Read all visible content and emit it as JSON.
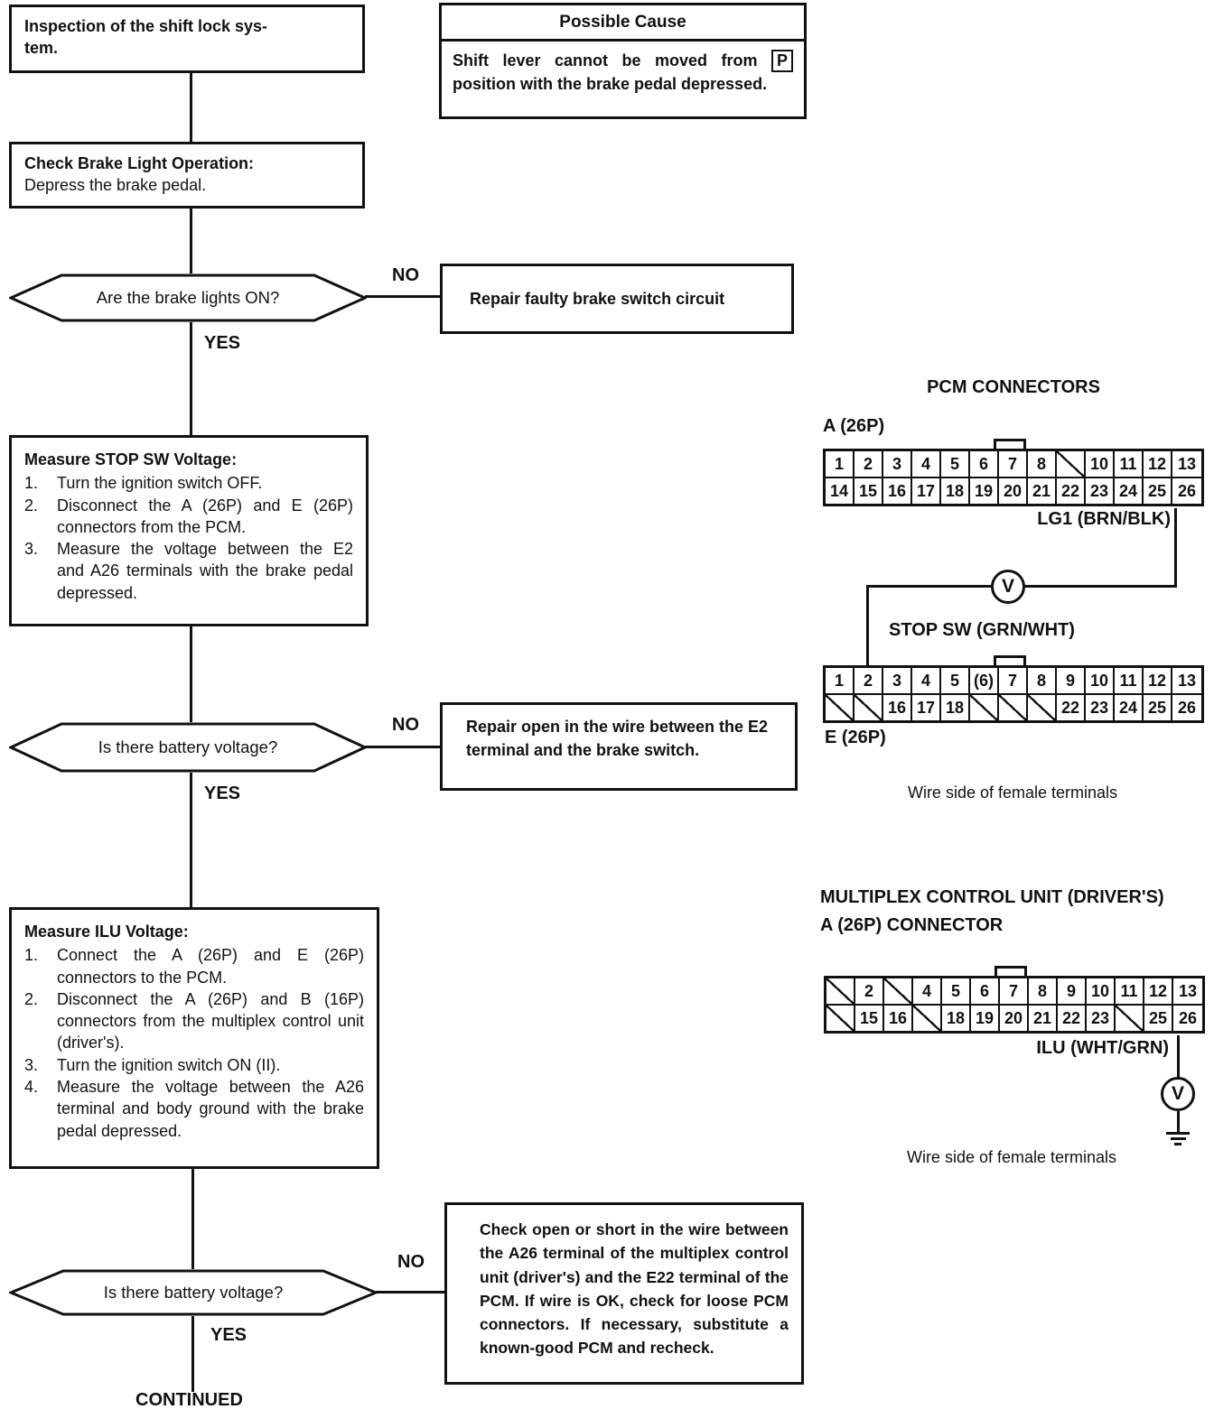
{
  "possible_cause": {
    "title": "Possible Cause",
    "body_before": "Shift lever cannot be moved from",
    "p_symbol": "P",
    "body_after": "position with the brake pedal depressed."
  },
  "flow": {
    "no_label": "NO",
    "yes_label": "YES",
    "start_text": "Inspection of the shift lock sys-\ntem.",
    "check_brake": {
      "title": "Check Brake Light Operation:",
      "body": "Depress the brake pedal."
    },
    "q1": "Are the brake lights ON?",
    "repair_brake_switch": "Repair faulty brake switch circuit",
    "measure_stop": {
      "title": "Measure STOP SW Voltage:",
      "steps": [
        {
          "num": "1.",
          "text": "Turn the ignition switch OFF."
        },
        {
          "num": "2.",
          "text": "Disconnect the A (26P) and E (26P) connectors from the PCM."
        },
        {
          "num": "3.",
          "text": "Measure the voltage between the E2 and A26 terminals with the brake pedal depressed."
        }
      ]
    },
    "q2": "Is there battery voltage?",
    "repair_open_wire": "Repair open in the wire between the E2 terminal and the brake switch.",
    "measure_ilu": {
      "title": "Measure ILU Voltage:",
      "steps": [
        {
          "num": "1.",
          "text": "Connect the A (26P) and E (26P) connectors to the PCM."
        },
        {
          "num": "2.",
          "text": "Disconnect the A (26P) and B (16P) connectors from the multiplex control unit (driver's)."
        },
        {
          "num": "3.",
          "text": "Turn the ignition switch ON (II)."
        },
        {
          "num": "4.",
          "text": "Measure the voltage between the A26 terminal and body ground with the brake pedal depressed."
        }
      ]
    },
    "q3": "Is there battery voltage?",
    "check_open_short": "Check open or short in the wire between the A26 terminal of the multiplex control unit (driver's) and the E22 terminal of the PCM. If wire is OK, check for loose PCM connectors. If necessary, substitute a known-good PCM and recheck.",
    "continued": "CONTINUED"
  },
  "connectors": {
    "section_title": "PCM CONNECTORS",
    "voltmeter_symbol": "V",
    "pcm_a": {
      "label": "A (26P)",
      "wire_label": "LG1 (BRN/BLK)",
      "top": [
        "1",
        "2",
        "3",
        "4",
        "5",
        "6",
        "7",
        "8",
        "/",
        "10",
        "11",
        "12",
        "13"
      ],
      "bottom": [
        "14",
        "15",
        "16",
        "17",
        "18",
        "19",
        "20",
        "21",
        "22",
        "23",
        "24",
        "25",
        "26"
      ]
    },
    "stop_sw_label": "STOP SW (GRN/WHT)",
    "pcm_e": {
      "label": "E (26P)",
      "top": [
        "1",
        "2",
        "3",
        "4",
        "5",
        "(6)",
        "7",
        "8",
        "9",
        "10",
        "11",
        "12",
        "13"
      ],
      "bottom": [
        "/",
        "/",
        "16",
        "17",
        "18",
        "/",
        "/",
        "/",
        "22",
        "23",
        "24",
        "25",
        "26"
      ]
    },
    "wire_side_note_1": "Wire side of female terminals",
    "mux": {
      "title_line1": "MULTIPLEX CONTROL UNIT (DRIVER'S)",
      "title_line2": "A (26P) CONNECTOR",
      "wire_label": "ILU (WHT/GRN)",
      "top": [
        "/",
        "2",
        "/",
        "4",
        "5",
        "6",
        "7",
        "8",
        "9",
        "10",
        "11",
        "12",
        "13"
      ],
      "bottom": [
        "/",
        "15",
        "16",
        "/",
        "18",
        "19",
        "20",
        "21",
        "22",
        "23",
        "/",
        "25",
        "26"
      ]
    },
    "wire_side_note_2": "Wire side of female terminals"
  }
}
